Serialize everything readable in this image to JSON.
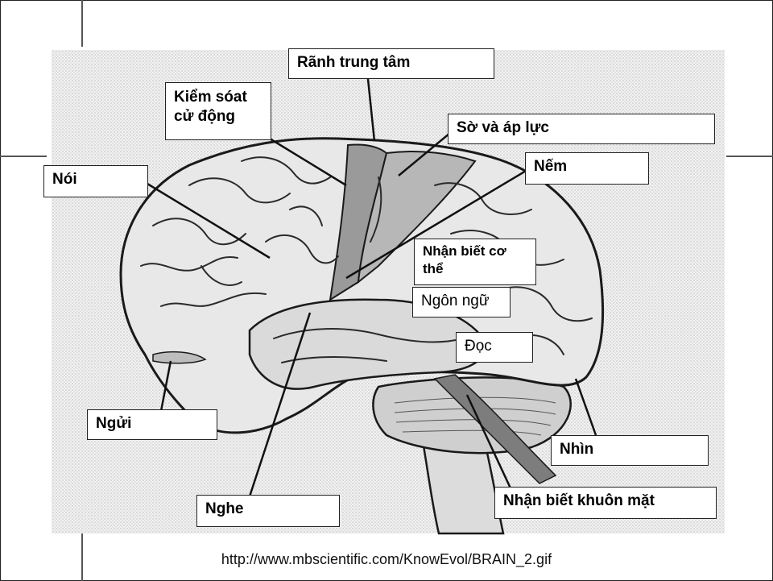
{
  "labels": {
    "central_sulcus": "Rãnh trung tâm",
    "motor_control": "Kiểm sóat cử động",
    "touch_pressure": "Sờ và áp lực",
    "taste": "Nếm",
    "speech": "Nói",
    "body_awareness": "Nhận biết cơ thể",
    "language": "Ngôn ngữ",
    "reading": "Đọc",
    "smell": "Ngửi",
    "vision": "Nhìn",
    "hearing": "Nghe",
    "face_recognition": "Nhận biết khuôn mặt"
  },
  "source_url": "http://www.mbscientific.com/KnowEvol/BRAIN_2.gif",
  "colors": {
    "brain_fill": "#e8e8e8",
    "motor_strip": "#9a9a9a",
    "outline": "#1a1a1a"
  }
}
